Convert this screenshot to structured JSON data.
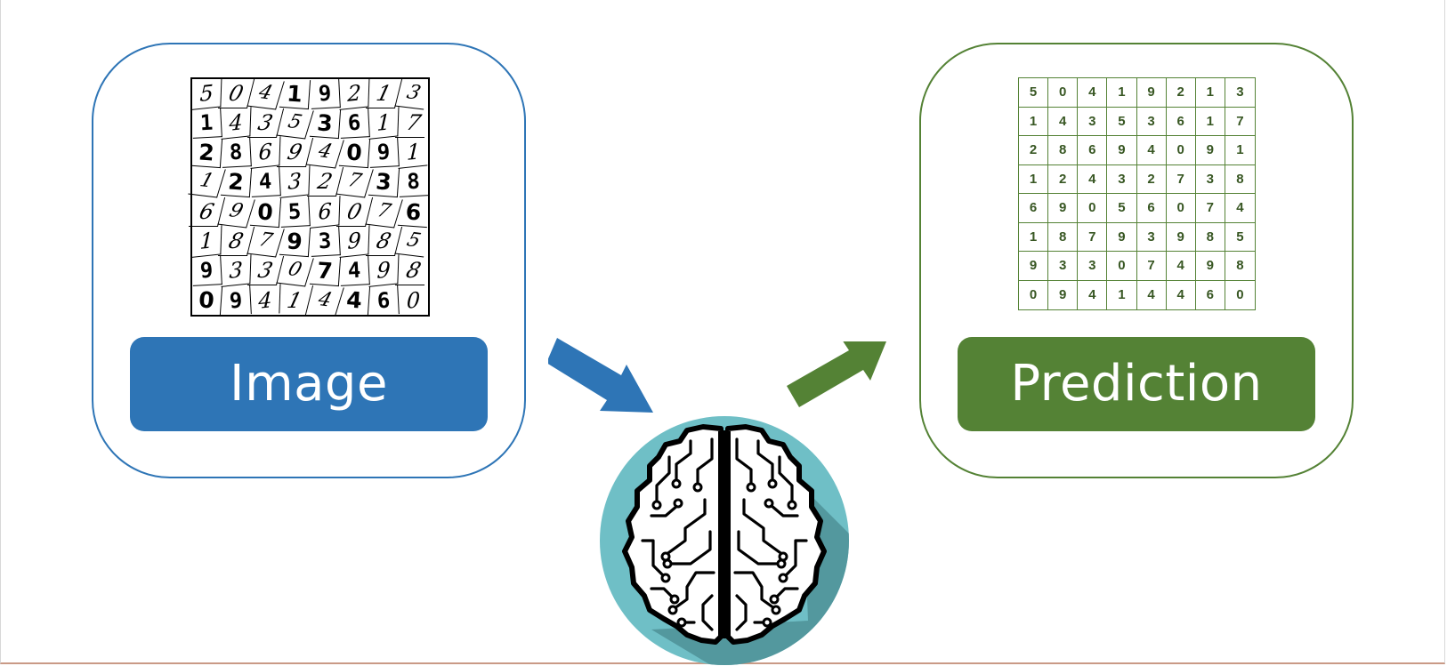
{
  "input_panel": {
    "label": "Image",
    "digit_grid": [
      [
        "5",
        "0",
        "4",
        "1",
        "9",
        "2",
        "1",
        "3"
      ],
      [
        "1",
        "4",
        "3",
        "5",
        "3",
        "6",
        "1",
        "7"
      ],
      [
        "2",
        "8",
        "6",
        "9",
        "4",
        "0",
        "9",
        "1"
      ],
      [
        "1",
        "2",
        "4",
        "3",
        "2",
        "7",
        "3",
        "8"
      ],
      [
        "6",
        "9",
        "0",
        "5",
        "6",
        "0",
        "7",
        "6"
      ],
      [
        "1",
        "8",
        "7",
        "9",
        "3",
        "9",
        "8",
        "5"
      ],
      [
        "9",
        "3",
        "3",
        "0",
        "7",
        "4",
        "9",
        "8"
      ],
      [
        "0",
        "9",
        "4",
        "1",
        "4",
        "4",
        "6",
        "0"
      ]
    ]
  },
  "model": {
    "icon": "circuit-brain-icon"
  },
  "output_panel": {
    "label": "Prediction",
    "digit_grid": [
      [
        "5",
        "0",
        "4",
        "1",
        "9",
        "2",
        "1",
        "3"
      ],
      [
        "1",
        "4",
        "3",
        "5",
        "3",
        "6",
        "1",
        "7"
      ],
      [
        "2",
        "8",
        "6",
        "9",
        "4",
        "0",
        "9",
        "1"
      ],
      [
        "1",
        "2",
        "4",
        "3",
        "2",
        "7",
        "3",
        "8"
      ],
      [
        "6",
        "9",
        "0",
        "5",
        "6",
        "0",
        "7",
        "4"
      ],
      [
        "1",
        "8",
        "7",
        "9",
        "3",
        "9",
        "8",
        "5"
      ],
      [
        "9",
        "3",
        "3",
        "0",
        "7",
        "4",
        "9",
        "8"
      ],
      [
        "0",
        "9",
        "4",
        "1",
        "4",
        "4",
        "6",
        "0"
      ]
    ]
  },
  "colors": {
    "input_accent": "#2e75b6",
    "output_accent": "#548235",
    "output_text": "#385723",
    "brain_circle": "#6fbfc6",
    "brain_shadow": "#4f9196"
  }
}
